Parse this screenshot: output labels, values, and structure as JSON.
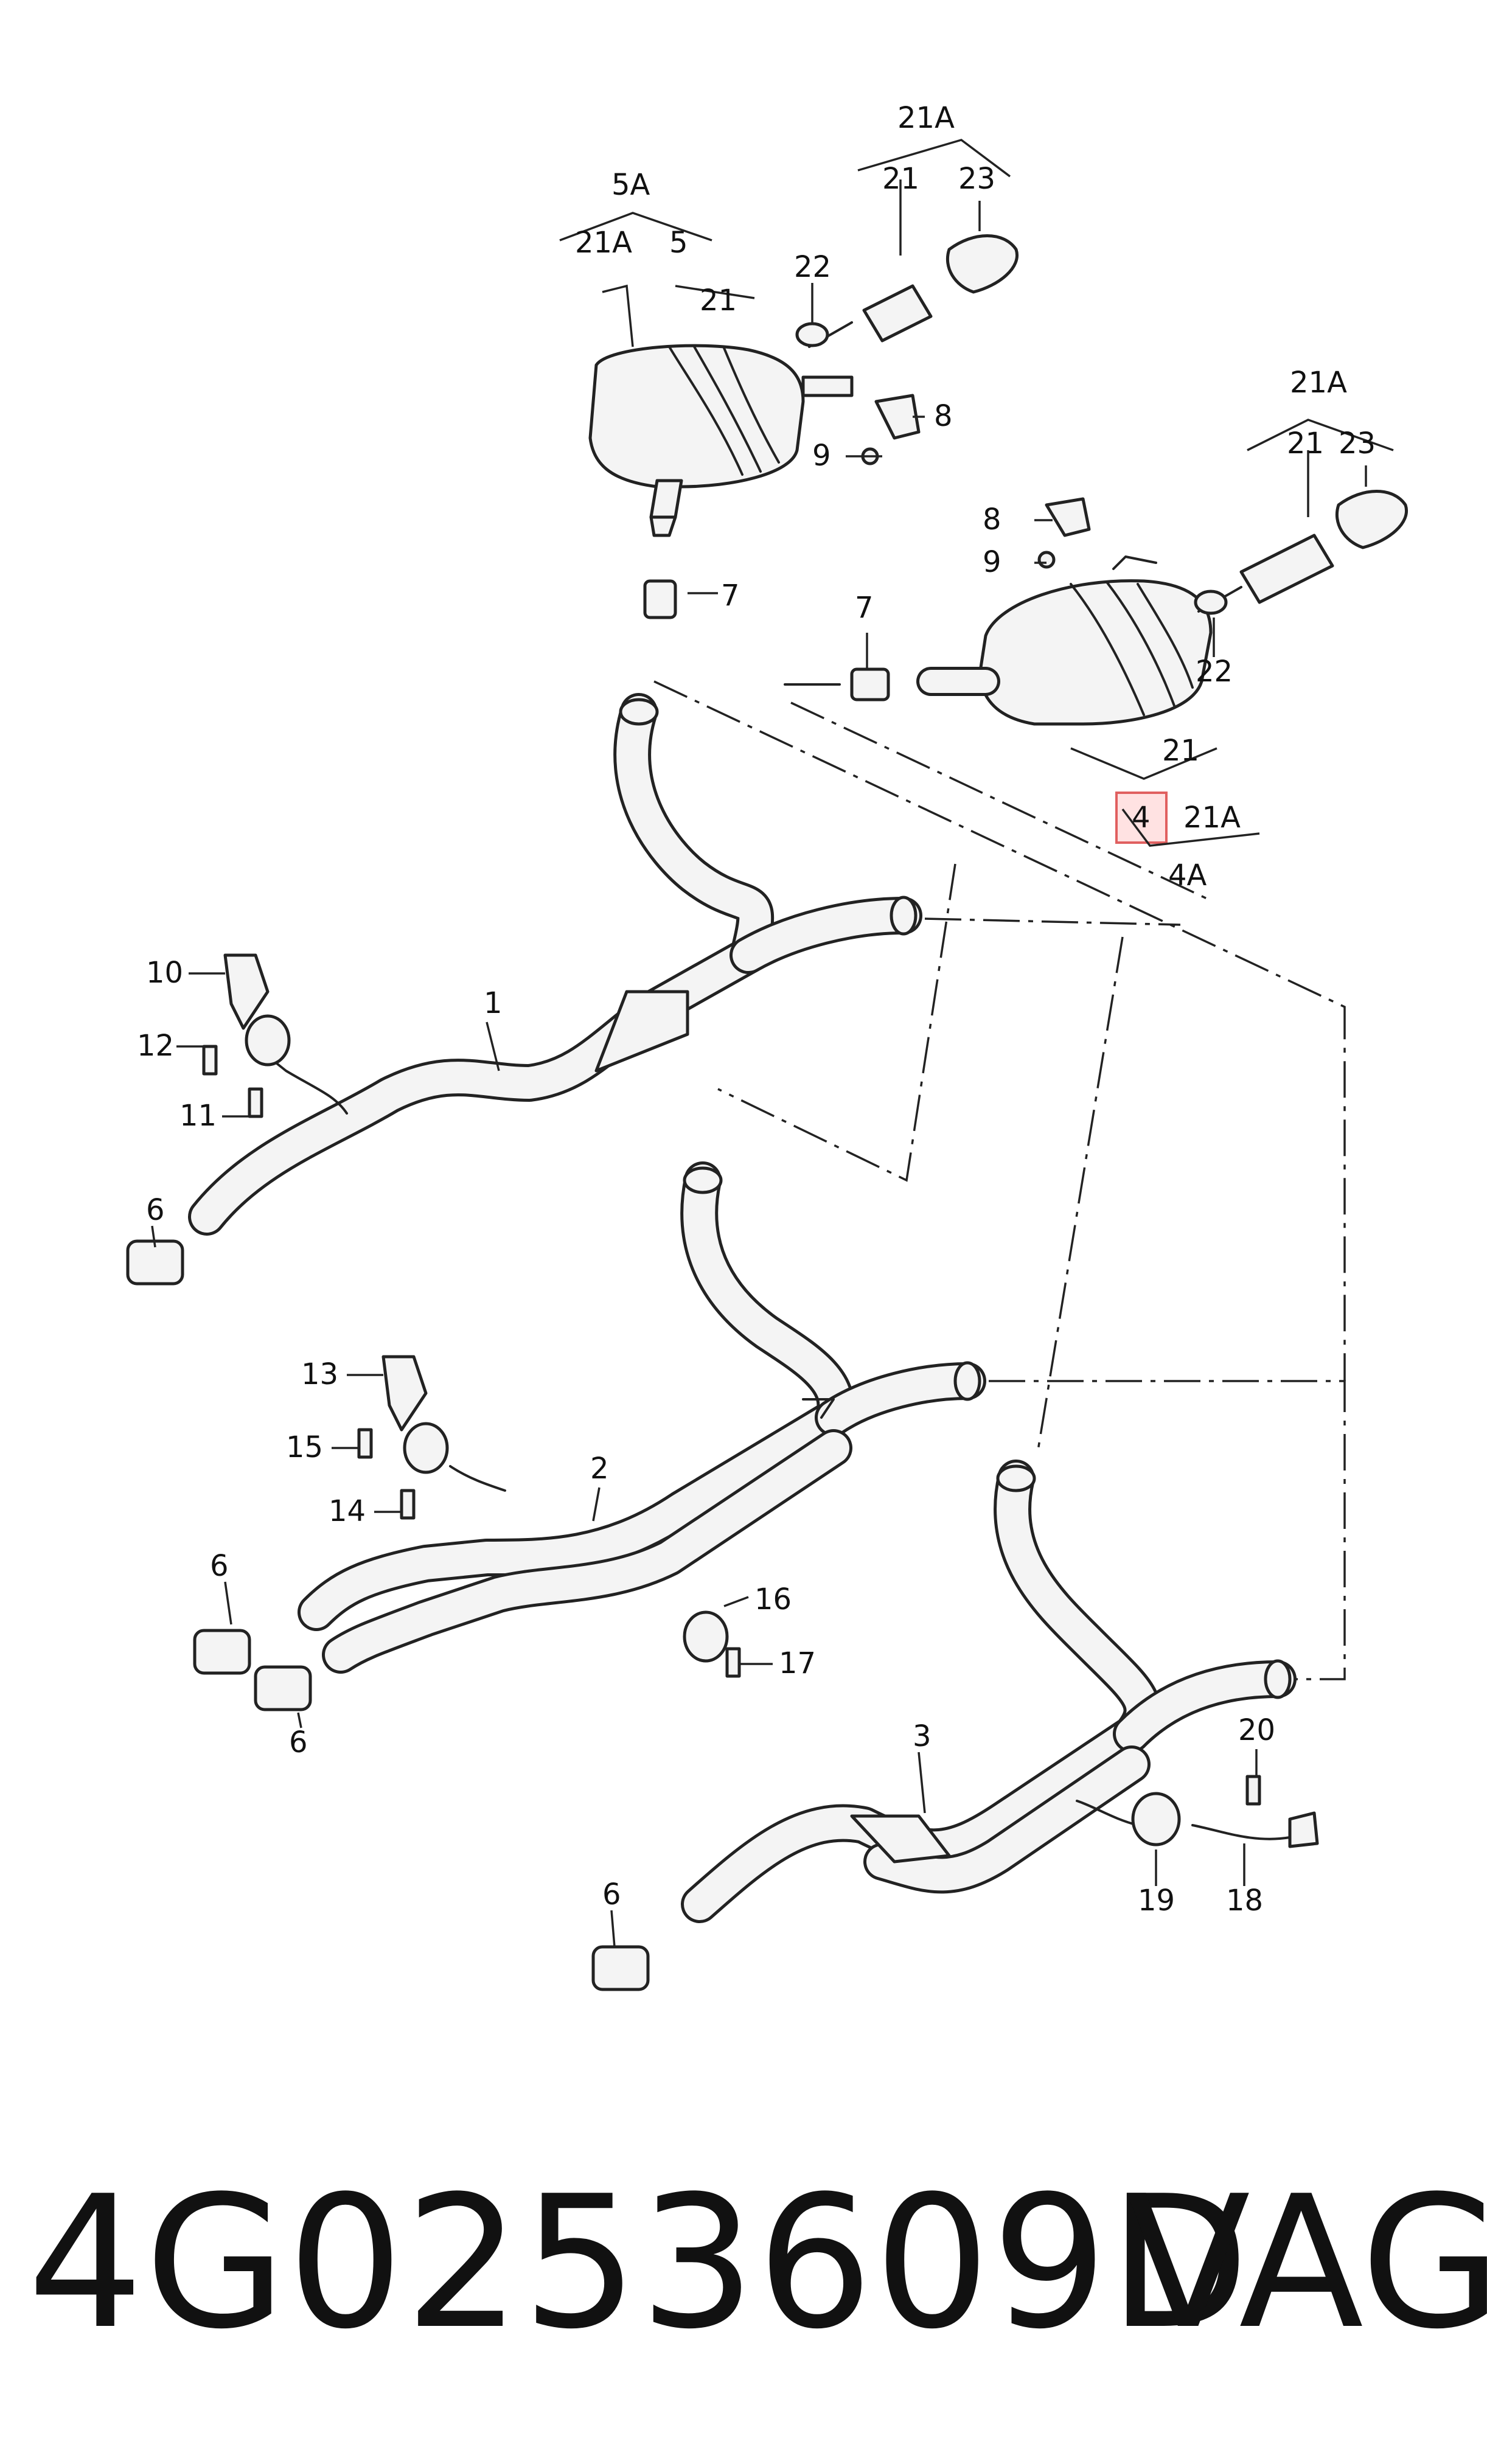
{
  "callouts": {
    "c1": "1",
    "c2": "2",
    "c3": "3",
    "c4": "4",
    "c4A": "4A",
    "c5": "5",
    "c5A": "5A",
    "c6a": "6",
    "c6b": "6",
    "c6c": "6",
    "c6d": "6",
    "c7a": "7",
    "c7b": "7",
    "c8a": "8",
    "c8b": "8",
    "c9a": "9",
    "c9b": "9",
    "c10": "10",
    "c11": "11",
    "c12": "12",
    "c13": "13",
    "c14": "14",
    "c15": "15",
    "c16": "16",
    "c17": "17",
    "c18": "18",
    "c19": "19",
    "c20": "20",
    "c21a": "21",
    "c21b": "21",
    "c21c": "21",
    "c21d": "21",
    "c21Aa": "21A",
    "c21Ab": "21A",
    "c21Ac": "21A",
    "c21Ad": "21A",
    "c22a": "22",
    "c22b": "22",
    "c23a": "23",
    "c23b": "23"
  },
  "highlight": {
    "callout": "4",
    "color": "#e06060"
  },
  "footer": {
    "part_number": "4G0253609D",
    "brand": "VAG"
  }
}
